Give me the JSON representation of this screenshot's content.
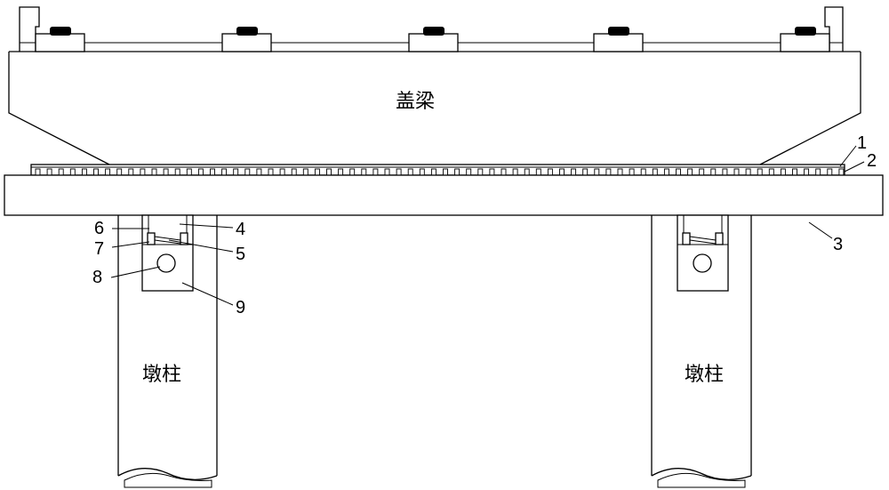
{
  "labels": {
    "cap_beam": "盖梁",
    "pier_left": "墩柱",
    "pier_right": "墩柱"
  },
  "callouts": {
    "n1": "1",
    "n2": "2",
    "n3": "3",
    "n4": "4",
    "n5": "5",
    "n6": "6",
    "n7": "7",
    "n8": "8",
    "n9": "9"
  },
  "colors": {
    "line": "#000000",
    "background": "#ffffff"
  }
}
